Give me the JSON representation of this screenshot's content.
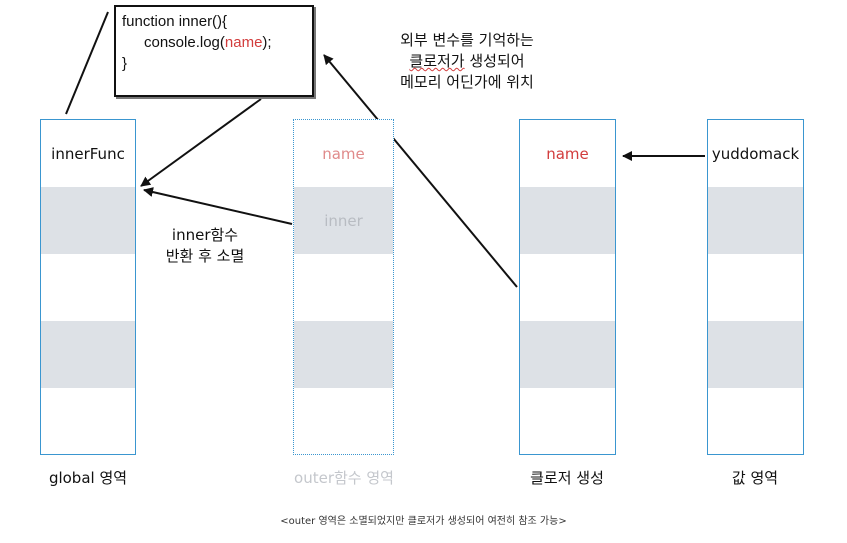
{
  "code": {
    "line1": "function inner(){",
    "line2_prefix": "console.log(",
    "line2_var": "name",
    "line2_suffix": ");",
    "line3": "}"
  },
  "notes": {
    "closure_memory": [
      "외부 변수를 기억하는",
      "클로저가",
      " 생성되어",
      "메모리 어딘가에 위치"
    ],
    "inner_return": [
      "inner함수",
      "반환 후 소멸"
    ]
  },
  "columns": {
    "global": {
      "label": "global 영역",
      "slot0": "innerFunc"
    },
    "outer": {
      "label": "outer함수 영역",
      "slot0": "name",
      "slot1": "inner"
    },
    "closure": {
      "label": "클로저 생성",
      "slot0": "name"
    },
    "value": {
      "label": "값 영역",
      "slot0": "yuddomack"
    }
  },
  "caption": "<outer 영역은 소멸되었지만 클로저가 생성되어 여전히 참조 가능>",
  "colors": {
    "border": "#3a96d0",
    "gray_slot": "#dde1e6",
    "highlight_red": "#d23c3c",
    "faded_text": "#b8bcc2"
  }
}
